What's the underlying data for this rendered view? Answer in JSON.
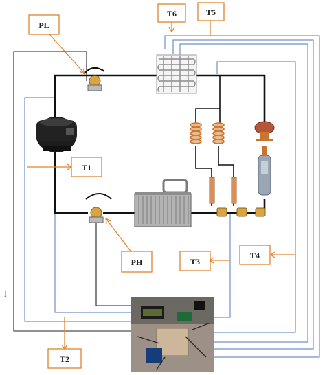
{
  "labels": {
    "pl": "PL",
    "t6": "T6",
    "t5": "T5",
    "t1": "T1",
    "ph": "PH",
    "t3": "T3",
    "t4": "T4",
    "t2": "T2"
  },
  "side_mark": "l",
  "colors": {
    "label_border": "#e0822e",
    "arrow": "#e0822e",
    "pipe": "#111111",
    "sensor_wire": "#6f90c9",
    "signal_wire": "#222222",
    "copper": "#c9742f",
    "compressor": "#1a1a1a",
    "condenser": "#9a9a9a"
  },
  "components": {
    "compressor": "compressor-icon",
    "evaporator": "evaporator-coil-icon",
    "condenser": "condenser-icon",
    "expansion_valve": "expansion-valve-icon",
    "filter_drier": "filter-drier-icon",
    "capillary_coils": "capillary-coil-icon",
    "pressure_switch_low": "pressure-transducer-icon",
    "pressure_switch_high": "pressure-transducer-icon",
    "data_logger": "arduino-board-photo"
  }
}
